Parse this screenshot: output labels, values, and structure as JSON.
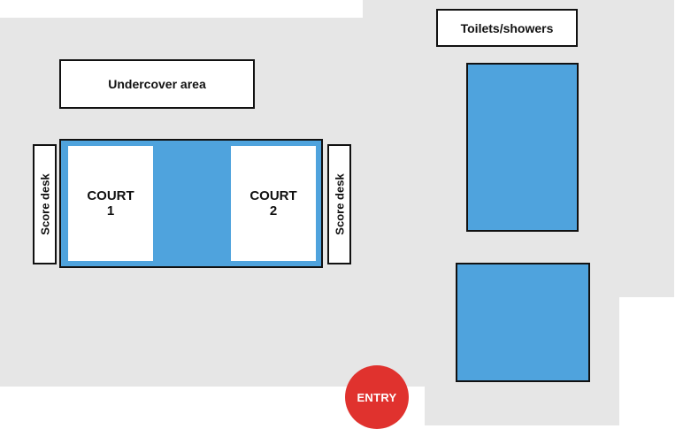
{
  "labels": {
    "undercover": "Undercover area",
    "toilets": "Toilets/showers",
    "score_desk_left": "Score desk",
    "score_desk_right": "Score desk",
    "entry": "ENTRY"
  },
  "courts": [
    {
      "line1": "COURT",
      "line2": "1"
    },
    {
      "line1": "COURT",
      "line2": "2"
    }
  ],
  "colors": {
    "ground": "#e6e6e6",
    "water": "#4fa3dd",
    "entry": "#e0322e",
    "outline": "#111111"
  }
}
